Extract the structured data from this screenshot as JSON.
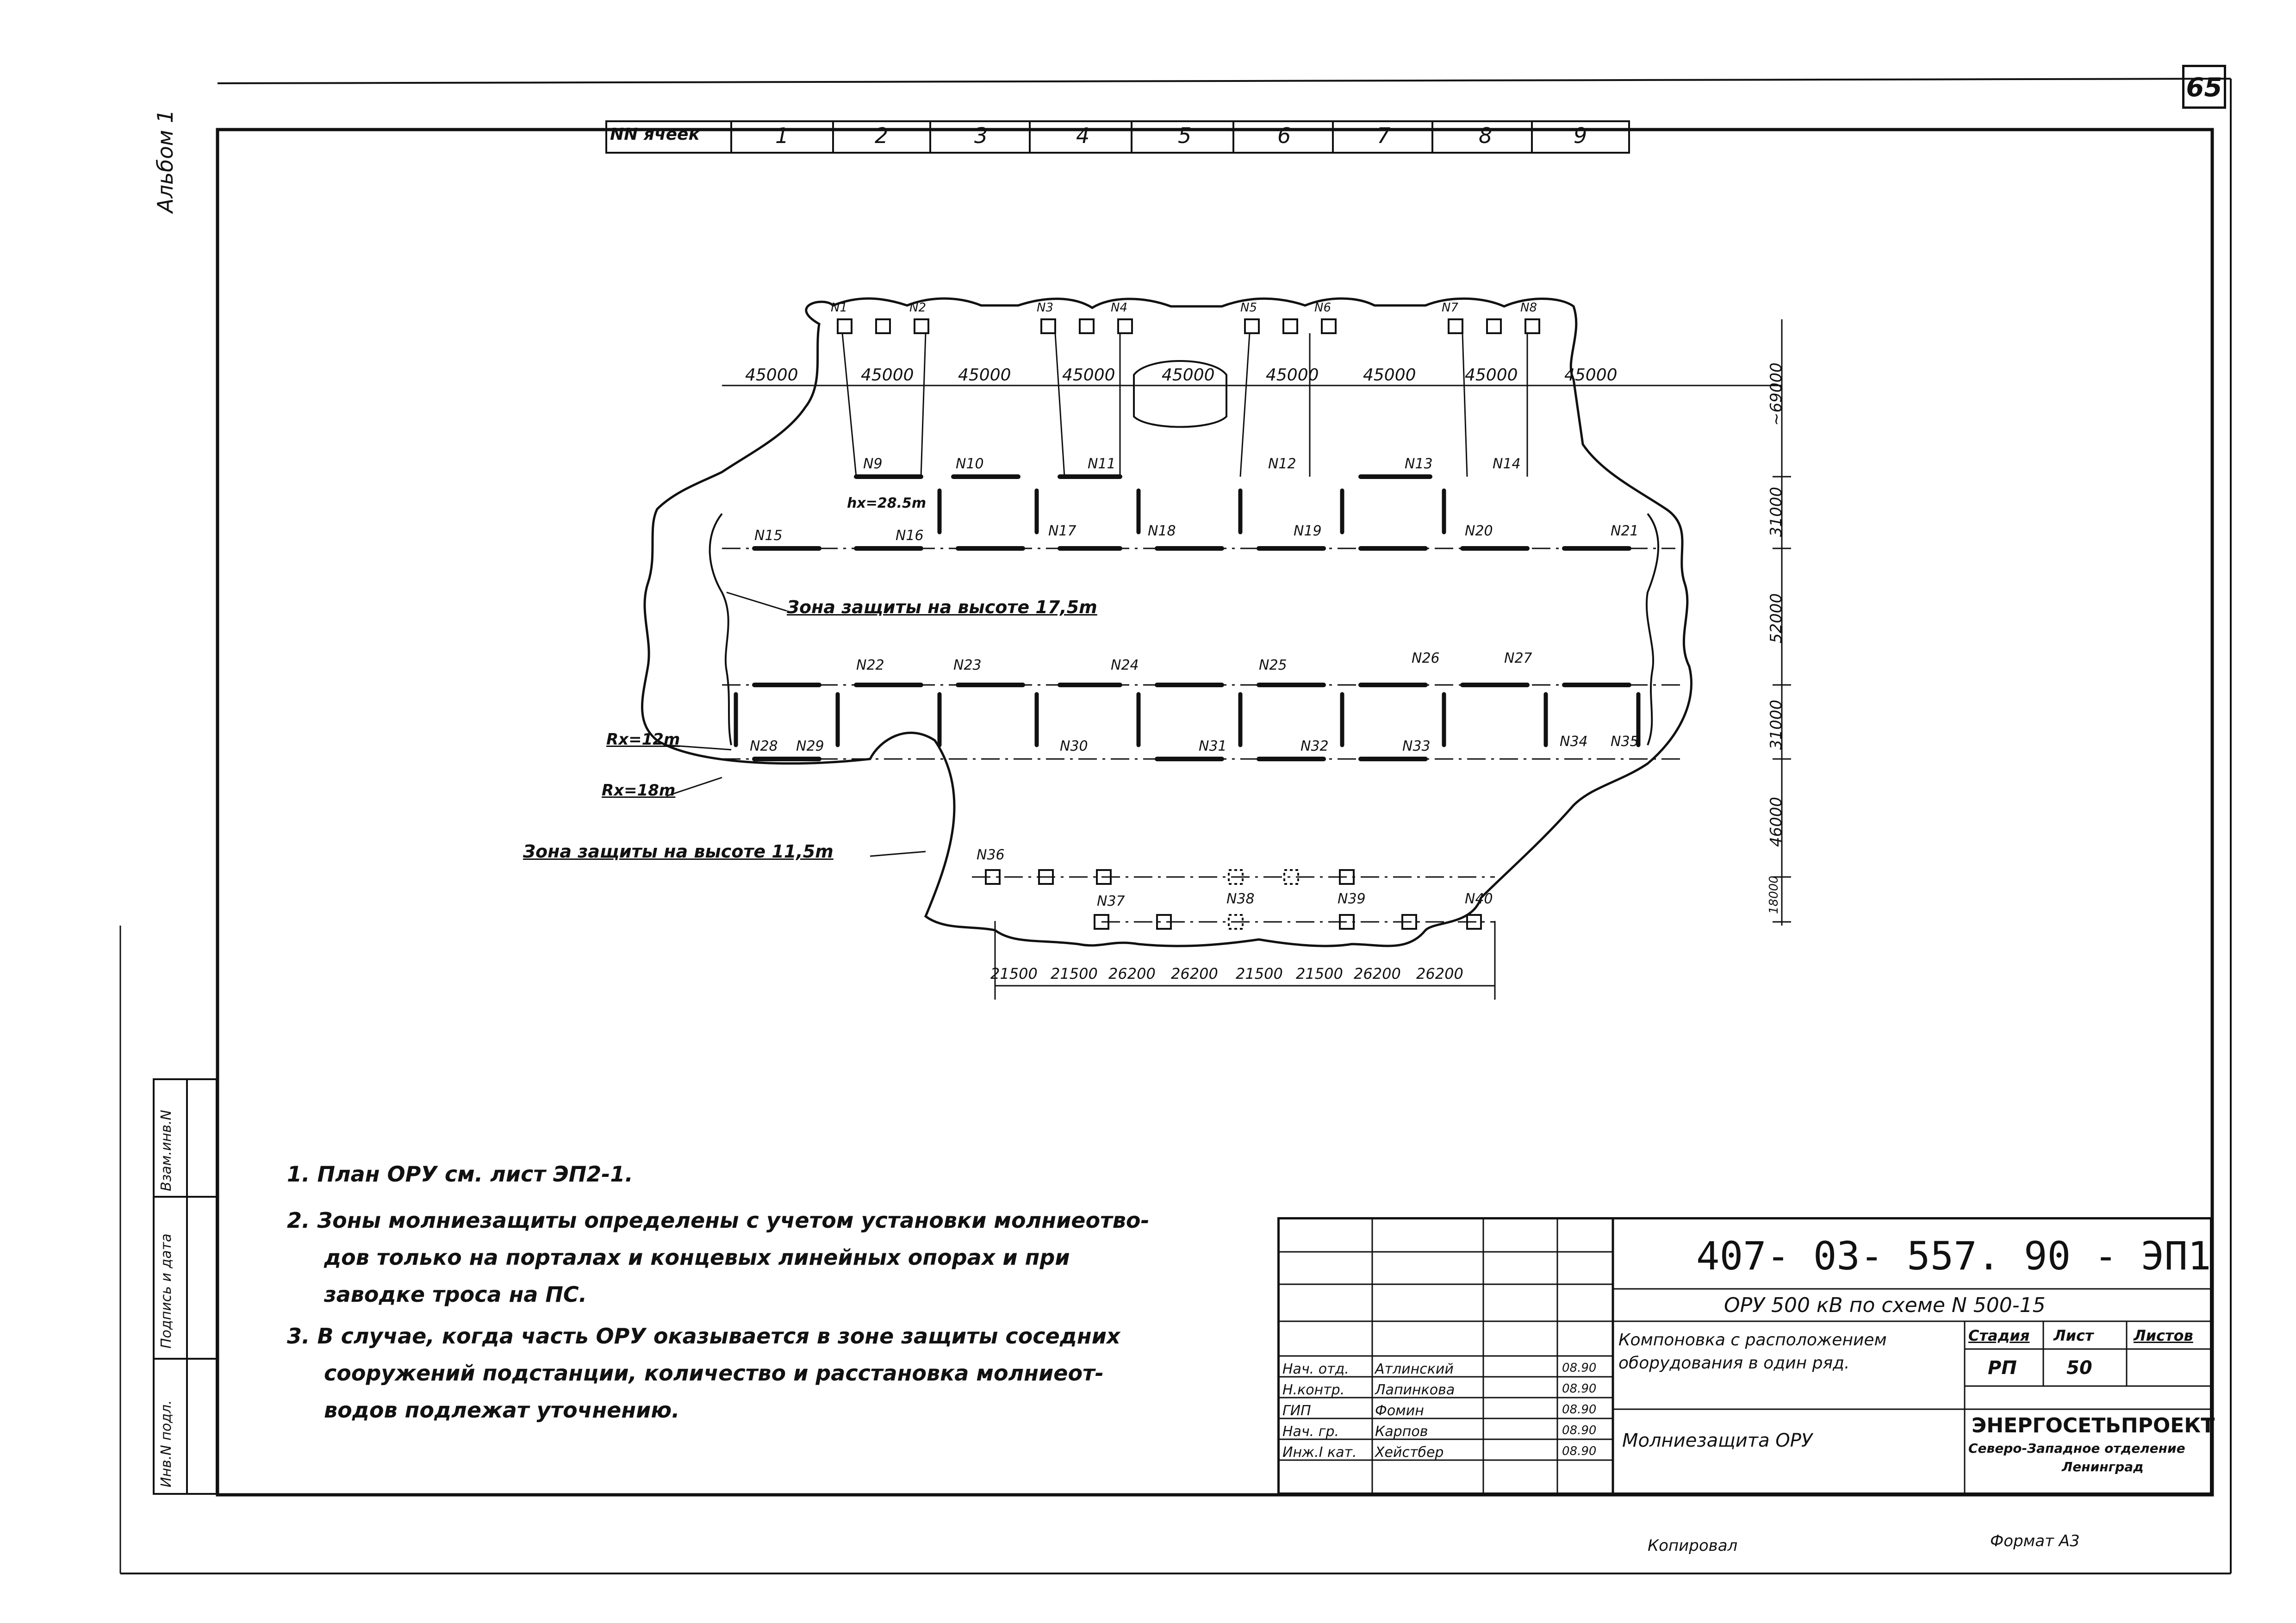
{
  "page_number": "65",
  "album_label": "Альбом 1",
  "cells_header": {
    "label": "NN ячеек",
    "cells": [
      "1",
      "2",
      "3",
      "4",
      "5",
      "6",
      "7",
      "8",
      "9"
    ]
  },
  "arresters_top": [
    "N1",
    "N2",
    "N3",
    "N4",
    "N5",
    "N6",
    "N7",
    "N8"
  ],
  "arresters": [
    "N9",
    "N10",
    "N11",
    "N12",
    "N13",
    "N14",
    "N15",
    "N16",
    "N17",
    "N18",
    "N19",
    "N20",
    "N21",
    "N22",
    "N23",
    "N24",
    "N25",
    "N26",
    "N27",
    "N28",
    "N29",
    "N30",
    "N31",
    "N32",
    "N33",
    "N34",
    "N35",
    "N36",
    "N37",
    "N38",
    "N39",
    "N40"
  ],
  "dimensions_top": [
    "45000",
    "45000",
    "45000",
    "45000",
    "45000",
    "45000",
    "45000",
    "45000",
    "45000"
  ],
  "dimensions_right": [
    "~69000",
    "31000",
    "52000",
    "31000",
    "46000",
    "18000"
  ],
  "dimensions_bottom": [
    "21500",
    "21500",
    "26200",
    "26200",
    "21500",
    "21500",
    "26200",
    "26200"
  ],
  "annotations": {
    "hx": "hx=28.5m",
    "zone_upper": "Зона защиты на высоте 17,5m",
    "rx1": "Rx=12m",
    "rx2": "Rx=18m",
    "zone_lower": "Зона защиты на высоте 11,5m"
  },
  "notes": [
    "1. План ОРУ см. лист ЭП2-1.",
    "2. Зоны молниезащиты определены с учетом установки молниеотво-",
    "дов только на порталах и концевых линейных опорах и при",
    "заводке троса на ПС.",
    "3. В случае, когда часть ОРУ оказывается в зоне защиты соседних",
    "сооружений подстанции, количество и расстановка молниеот-",
    "водов подлежат      уточнению."
  ],
  "side_stamp": [
    "Инв.N подл.",
    "Подпись и дата",
    "Взам.инв.N"
  ],
  "title_block": {
    "doc_code": "407- 03- 557. 90 - ЭП1",
    "project": "ОРУ 500 кВ по схеме N 500-15",
    "sheet_title_1": "Компоновка с расположением",
    "sheet_title_2": "оборудования в один ряд.",
    "sheet_name": "Молниезащита ОРУ",
    "stage_label": "Стадия",
    "sheet_label": "Лист",
    "sheets_label": "Листов",
    "stage_value": "РП",
    "sheet_value": "50",
    "org_1": "ЭНЕРГОСЕТЬПРОЕКТ",
    "org_2": "Северо-Западное отделение",
    "org_3": "Ленинград",
    "people": [
      {
        "role": "Нач. отд.",
        "name": "Атлинский",
        "date": "08.90"
      },
      {
        "role": "Н.контр.",
        "name": "Лапинкова",
        "date": "08.90"
      },
      {
        "role": "ГИП",
        "name": "Фомин",
        "date": "08.90"
      },
      {
        "role": "Нач. гр.",
        "name": "Карпов",
        "date": "08.90"
      },
      {
        "role": "Инж.I кат.",
        "name": "Хейстбер",
        "date": "08.90"
      }
    ]
  },
  "footer": {
    "copied": "Копировал",
    "format": "Формат А3"
  }
}
